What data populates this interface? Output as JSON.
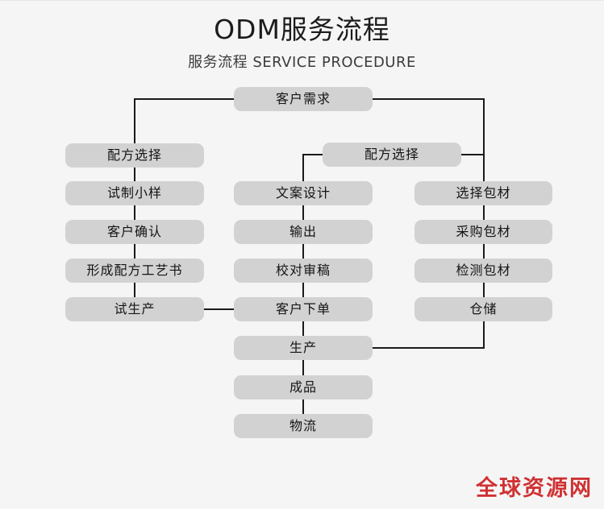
{
  "header": {
    "main_title": "ODM服务流程",
    "sub_title": "服务流程 SERVICE PROCEDURE"
  },
  "chart_data": {
    "type": "diagram",
    "title": "ODM服务流程",
    "subtitle": "服务流程 SERVICE PROCEDURE",
    "node_fill": "#d2d2d2",
    "background": "#f5f5f5",
    "line_color": "#1a1a1a",
    "nodes": [
      {
        "id": "n0",
        "label": "客户需求",
        "column": "top",
        "row": 0
      },
      {
        "id": "n1",
        "label": "配方选择",
        "column": "left",
        "row": 1
      },
      {
        "id": "n2",
        "label": "试制小样",
        "column": "left",
        "row": 2
      },
      {
        "id": "n3",
        "label": "客户确认",
        "column": "left",
        "row": 3
      },
      {
        "id": "n4",
        "label": "形成配方工艺书",
        "column": "left",
        "row": 4
      },
      {
        "id": "n5",
        "label": "试生产",
        "column": "left",
        "row": 5
      },
      {
        "id": "n6",
        "label": "配方选择",
        "column": "mid2",
        "row": 1
      },
      {
        "id": "n7",
        "label": "文案设计",
        "column": "mid",
        "row": 2
      },
      {
        "id": "n8",
        "label": "输出",
        "column": "mid",
        "row": 3
      },
      {
        "id": "n9",
        "label": "校对审稿",
        "column": "mid",
        "row": 4
      },
      {
        "id": "n10",
        "label": "客户下单",
        "column": "mid",
        "row": 5
      },
      {
        "id": "n11",
        "label": "生产",
        "column": "mid",
        "row": 6
      },
      {
        "id": "n12",
        "label": "成品",
        "column": "mid",
        "row": 7
      },
      {
        "id": "n13",
        "label": "物流",
        "column": "mid",
        "row": 8
      },
      {
        "id": "n14",
        "label": "选择包材",
        "column": "right",
        "row": 2
      },
      {
        "id": "n15",
        "label": "采购包材",
        "column": "right",
        "row": 3
      },
      {
        "id": "n16",
        "label": "检测包材",
        "column": "right",
        "row": 4
      },
      {
        "id": "n17",
        "label": "仓储",
        "column": "right",
        "row": 5
      }
    ],
    "edges": [
      {
        "from": "n0",
        "to": "n1",
        "style": "elbow-left"
      },
      {
        "from": "n0",
        "to": "n6",
        "style": "elbow-right"
      },
      {
        "from": "n1",
        "to": "n2",
        "style": "straight"
      },
      {
        "from": "n2",
        "to": "n3",
        "style": "straight"
      },
      {
        "from": "n3",
        "to": "n4",
        "style": "straight"
      },
      {
        "from": "n4",
        "to": "n5",
        "style": "straight"
      },
      {
        "from": "n5",
        "to": "n10",
        "style": "horizontal"
      },
      {
        "from": "n6",
        "to": "n7",
        "style": "elbow-left"
      },
      {
        "from": "n6",
        "to": "n14",
        "style": "elbow-right"
      },
      {
        "from": "n7",
        "to": "n8",
        "style": "straight"
      },
      {
        "from": "n8",
        "to": "n9",
        "style": "straight"
      },
      {
        "from": "n9",
        "to": "n10",
        "style": "straight"
      },
      {
        "from": "n10",
        "to": "n11",
        "style": "straight"
      },
      {
        "from": "n11",
        "to": "n12",
        "style": "straight"
      },
      {
        "from": "n12",
        "to": "n13",
        "style": "straight"
      },
      {
        "from": "n14",
        "to": "n15",
        "style": "straight"
      },
      {
        "from": "n15",
        "to": "n16",
        "style": "straight"
      },
      {
        "from": "n16",
        "to": "n17",
        "style": "straight"
      },
      {
        "from": "n17",
        "to": "n11",
        "style": "elbow-down-left"
      }
    ]
  },
  "watermark": {
    "text": "全球资源网"
  }
}
